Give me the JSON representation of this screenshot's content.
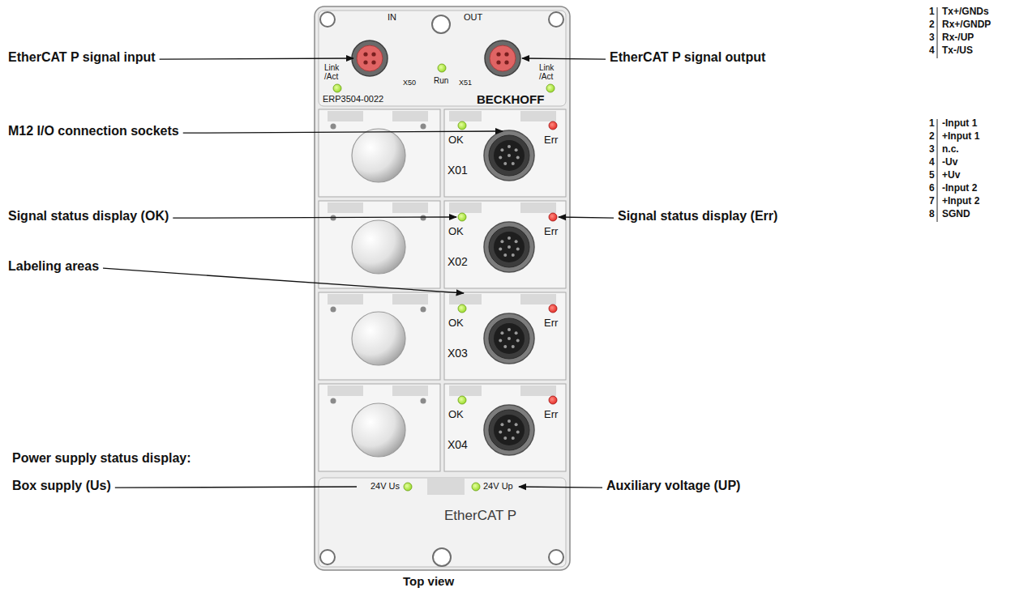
{
  "diagram": {
    "caption": "Top view",
    "labels": [
      "EtherCAT P signal input",
      "M12 I/O connection sockets",
      "Signal status display (OK)",
      "Labeling areas",
      "Power supply status display:",
      "Box supply (Us)",
      "EtherCAT P signal output",
      "Signal status display (Err)",
      "Auxiliary voltage (UP)",
      "IN",
      "OUT",
      "Link /Act",
      "X50",
      "Run",
      "X51",
      "Link /Act",
      "ERP3504-0022",
      "BECKHOFF",
      "OK",
      "Err",
      "X01",
      "OK",
      "Err",
      "X02",
      "OK",
      "Err",
      "X03",
      "OK",
      "Err",
      "X04",
      "24V Us",
      "24V Up",
      "EtherCAT P",
      "1",
      "Tx+/GNDs",
      "2",
      "Rx+/GNDP",
      "3",
      "Rx-/UP",
      "4",
      "Tx-/US",
      "1",
      "-Input 1",
      "2",
      "+Input 1",
      "3",
      "n.c.",
      "4",
      "-Uv",
      "5",
      "+Uv",
      "6",
      "-Input 2",
      "7",
      "+Input 2",
      "8",
      "SGND"
    ]
  }
}
